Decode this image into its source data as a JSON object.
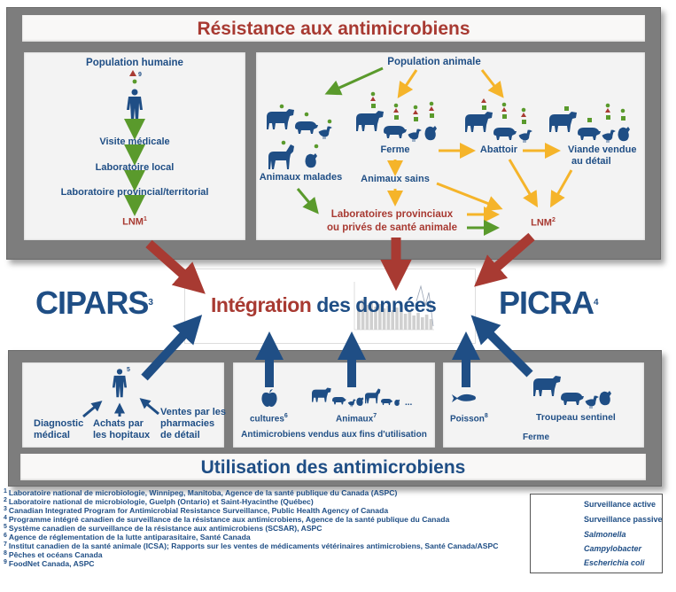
{
  "colors": {
    "navy": "#1f4e85",
    "red": "#a83a32",
    "orange": "#f5b42a",
    "green": "#5a9a2c",
    "panel_gray": "#7d7d7d",
    "box_bg": "#f3f3f3"
  },
  "top_panel": {
    "title": "Résistance aux antimicrobiens",
    "human": {
      "title": "Population humaine",
      "marker_sup": "9",
      "steps": [
        "Visite médicale",
        "Laboratoire local",
        "Laboratoire provincial/territorial"
      ],
      "lnm": "LNM",
      "lnm_sup": "1"
    },
    "animal": {
      "title": "Population animale",
      "groups": {
        "sick": "Animaux malades",
        "farm": "Ferme",
        "healthy": "Animaux sains",
        "abattoir": "Abattoir",
        "retail_line1": "Viande vendue",
        "retail_line2": "au détail"
      },
      "labs_line1": "Laboratoires provinciaux",
      "labs_line2": "ou privés de santé animale",
      "lnm": "LNM",
      "lnm_sup": "2"
    }
  },
  "middle": {
    "cipars": "CIPARS",
    "cipars_sup": "3",
    "picra": "PICRA",
    "picra_sup": "4",
    "integration_word1": "Intégration",
    "integration_word2": "des données"
  },
  "bottom_panel": {
    "title": "Utilisation des antimicrobiens",
    "human": {
      "sup": "5",
      "diag_line1": "Diagnostic",
      "diag_line2": "médical",
      "hosp_line1": "Achats par",
      "hosp_line2": "les hopitaux",
      "pharm_line1": "Ventes par les",
      "pharm_line2": "pharmacies",
      "pharm_line3": "de détail"
    },
    "sales": {
      "crops": "cultures",
      "crops_sup": "6",
      "animals": "Animaux",
      "animals_sup": "7",
      "ellipsis": "...",
      "caption": "Antimicrobiens vendus aux fins d'utilisation"
    },
    "farm": {
      "fish": "Poisson",
      "fish_sup": "8",
      "sentinel": "Troupeau sentinel",
      "caption": "Ferme"
    }
  },
  "footnotes": [
    {
      "n": "1",
      "text": "Laboratoire national de microbiologie, Winnipeg, Manitoba, Agence de la santé publique du Canada (ASPC)"
    },
    {
      "n": "2",
      "text": "Laboratoire national de microbiologie, Guelph (Ontario) et Saint-Hyacinthe (Québec)"
    },
    {
      "n": "3",
      "text": "Canadian Integrated Program for Antimicrobial Resistance Surveillance, Public Health Agency of Canada"
    },
    {
      "n": "4",
      "text": "Programme intégré canadien de surveillance de la résistance aux antimicrobiens, Agence de la santé publique du Canada"
    },
    {
      "n": "5",
      "text": "Système canadien de surveillance de la résistance aux antimicrobiens (SCSAR), ASPC"
    },
    {
      "n": "6",
      "text": "Agence de réglementation de la lutte antiparasitaire, Santé Canada"
    },
    {
      "n": "7",
      "text": "Institut canadien de la santé animale (ICSA); Rapports sur les ventes de médicaments vétérinaires antimicrobiens, Santé Canada/ASPC"
    },
    {
      "n": "8",
      "text": "Pêches et océans Canada"
    },
    {
      "n": "9",
      "text": "FoodNet Canada, ASPC"
    }
  ],
  "legend": [
    {
      "symbol": "orange-arrow",
      "label": "Surveillance active"
    },
    {
      "symbol": "green-arrow",
      "label": "Surveillance passive"
    },
    {
      "symbol": "green-circle",
      "label": "Salmonella"
    },
    {
      "symbol": "red-triangle",
      "label": "Campylobacter"
    },
    {
      "symbol": "green-square",
      "label": "Escherichia coli"
    }
  ]
}
